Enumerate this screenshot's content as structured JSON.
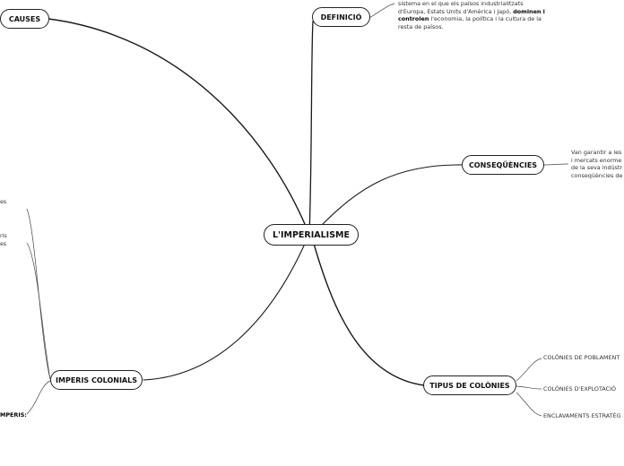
{
  "mindmap": {
    "center": "L'IMPERIALISME",
    "branches": {
      "causes": "CAUSES",
      "definicio": "DEFINICIÓ",
      "consequencies": "CONSEQÜÈNCIES",
      "tipus": "TIPUS DE COLÒNIES",
      "imperis": "IMPERIS COLONIALS"
    },
    "definicio_text": {
      "line1": "sistema en el que els països industrialitzats",
      "line2_a": "d'Europa, Estats Units d'Amèrica i Japó, ",
      "line2_b": "dominen i",
      "line3_a": "controlen",
      "line3_b": " l'economia, la política i la cultura de la",
      "line4": "resta de països."
    },
    "consequencies_text": {
      "line1": "Van garantir a les",
      "line2": "i mercats enorme",
      "line3": "de la seva indústr",
      "line4": "conseqüències de"
    },
    "tipus_leaves": {
      "poblament": "COLÒNIES DE POBLAMENT",
      "explotacio": "COLÒNIES D'EXPLOTACIÓ",
      "enclavaments": "ENCLAVAMENTS ESTRATÈG"
    },
    "left_fragments": {
      "f1": "es",
      "f2": "ris",
      "f3": "es",
      "f4": "MPERIS:"
    }
  }
}
